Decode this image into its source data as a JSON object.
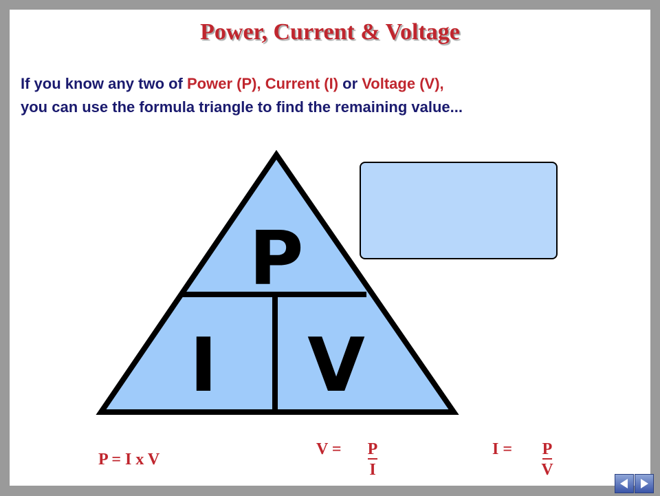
{
  "slide": {
    "title": "Power, Current & Voltage",
    "intro": {
      "part1": "If you know any two of ",
      "power": "Power (P),",
      "gap1": " ",
      "current": "Current (I)",
      "gap2": " or ",
      "voltage": "Voltage (V),",
      "line2": "you can use the formula triangle to find the remaining value..."
    }
  },
  "triangle": {
    "top_letter": "P",
    "left_letter": "I",
    "right_letter": "V",
    "fill_color": "#9fcbfa"
  },
  "formulas": {
    "power": "P  =  I  x  V",
    "voltage": {
      "lhs": "V  =",
      "numerator": "P",
      "denominator": "I"
    },
    "current": {
      "lhs": "I   =",
      "numerator": "P",
      "denominator": "V"
    }
  },
  "nav": {
    "back_icon": "play-back-icon",
    "next_icon": "play-next-icon"
  }
}
